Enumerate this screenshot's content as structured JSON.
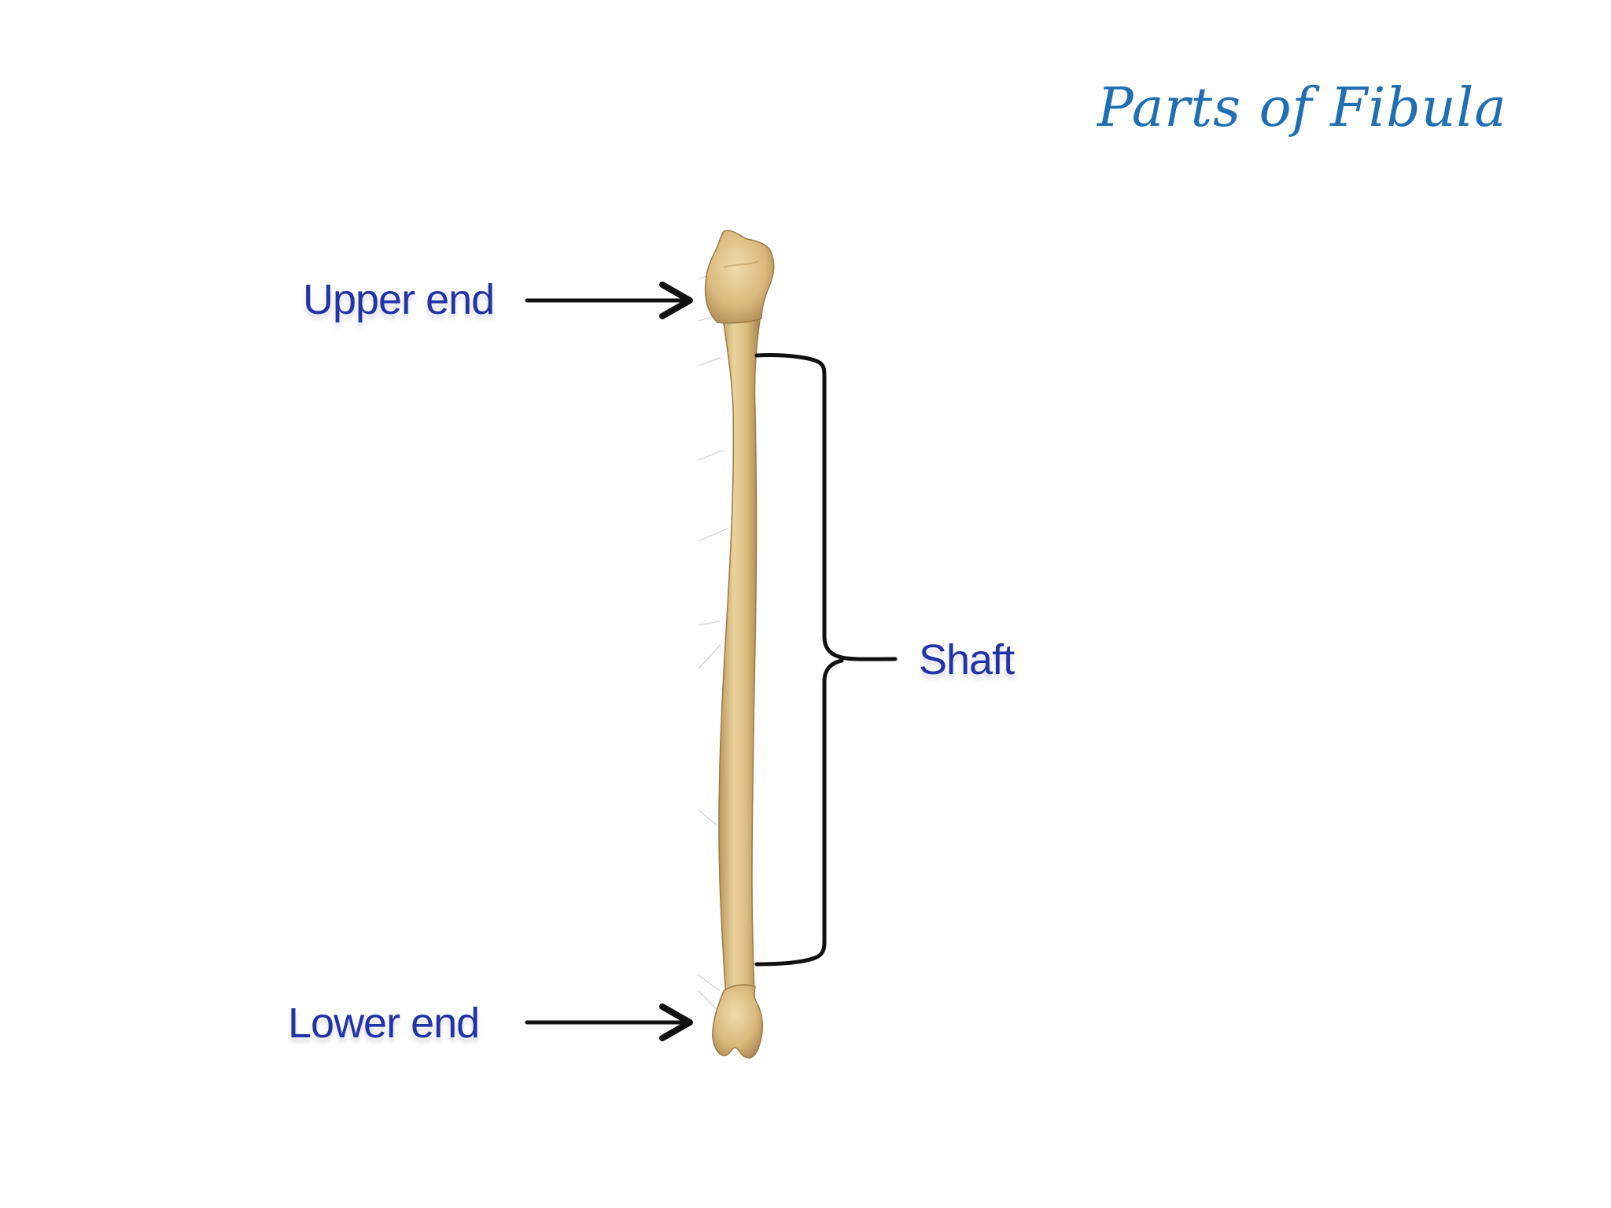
{
  "title": "Parts of  Fibula",
  "labels": {
    "upper_end": "Upper end",
    "shaft": "Shaft",
    "lower_end": "Lower end"
  },
  "colors": {
    "title": "#1f6fb2",
    "label": "#2233a8",
    "bone_light": "#e8cf98",
    "bone_dark": "#a9864f",
    "annotation": "#111111"
  }
}
